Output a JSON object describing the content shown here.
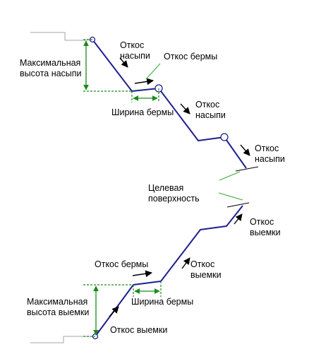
{
  "labels": {
    "fill_slope_1": [
      "Откос",
      "насыпи"
    ],
    "berm_slope_1": "Откос бермы",
    "max_fill_height": [
      "Максимальная",
      "высота насыпи"
    ],
    "berm_width_1": "Ширина бермы",
    "fill_slope_2": [
      "Откос",
      "насыпи"
    ],
    "fill_slope_3": [
      "Откос",
      "насыпи"
    ],
    "target_surface": [
      "Целевая",
      "поверхность"
    ],
    "cut_slope_1": [
      "Откос",
      "выемки"
    ],
    "cut_slope_2": [
      "Откос",
      "выемки"
    ],
    "berm_slope_2": "Откос бермы",
    "max_cut_height": [
      "Максимальная",
      "высота выемки"
    ],
    "berm_width_2": "Ширина бермы",
    "cut_slope_3": "Откос выемки"
  },
  "colors": {
    "profile": "#1f1f8f",
    "dimension": "#1a8a1a",
    "ground": "#a6a6a6"
  }
}
